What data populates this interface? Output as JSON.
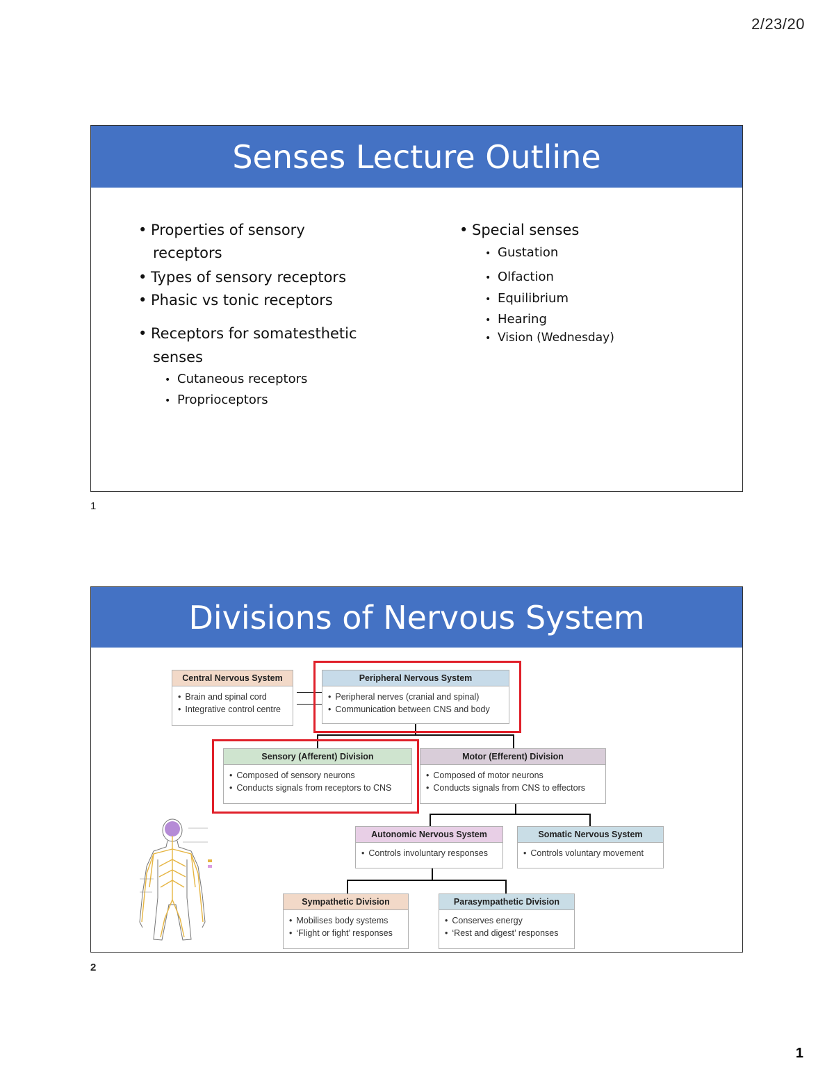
{
  "header": {
    "date": "2/23/20"
  },
  "page_number": "1",
  "slide1": {
    "number": "1",
    "title": "Senses Lecture Outline",
    "left_items": [
      "Properties of sensory",
      "receptors",
      "Types of sensory receptors",
      "Phasic vs tonic receptors",
      "Receptors for somatesthetic",
      "senses"
    ],
    "left_subitems": [
      "Cutaneous receptors",
      "Proprioceptors"
    ],
    "right_item": "Special senses",
    "right_subitems": [
      "Gustation",
      "Olfaction",
      "Equilibrium",
      "Hearing",
      "Vision (Wednesday)"
    ]
  },
  "slide2": {
    "number": "2",
    "title": "Divisions of Nervous System",
    "boxes": {
      "cns": {
        "title": "Central Nervous System",
        "items": [
          "Brain and spinal cord",
          "Integrative control centre"
        ],
        "color": "#f2d9c8"
      },
      "pns": {
        "title": "Peripheral Nervous System",
        "items": [
          "Peripheral nerves (cranial and spinal)",
          "Communication between CNS and body"
        ],
        "color": "#c7dbe9"
      },
      "sensory": {
        "title": "Sensory (Afferent) Division",
        "items": [
          "Composed of sensory neurons",
          "Conducts signals from receptors to CNS"
        ],
        "color": "#cfe4cf"
      },
      "motor": {
        "title": "Motor (Efferent) Division",
        "items": [
          "Composed of motor neurons",
          "Conducts signals from CNS to effectors"
        ],
        "color": "#d9cdd9"
      },
      "autonomic": {
        "title": "Autonomic Nervous System",
        "items": [
          "Controls involuntary responses"
        ],
        "color": "#e8cfe6"
      },
      "somatic": {
        "title": "Somatic Nervous System",
        "items": [
          "Controls voluntary movement"
        ],
        "color": "#c9dde6"
      },
      "sympathetic": {
        "title": "Sympathetic Division",
        "items": [
          "Mobilises body systems",
          "‘Flight or fight’ responses"
        ],
        "color": "#f2d9c8"
      },
      "parasympathetic": {
        "title": "Parasympathetic Division",
        "items": [
          "Conserves energy",
          "‘Rest and digest’ responses"
        ],
        "color": "#c9dde6"
      }
    },
    "highlight_color": "#e0202a",
    "bar_color": "#4472c4"
  }
}
